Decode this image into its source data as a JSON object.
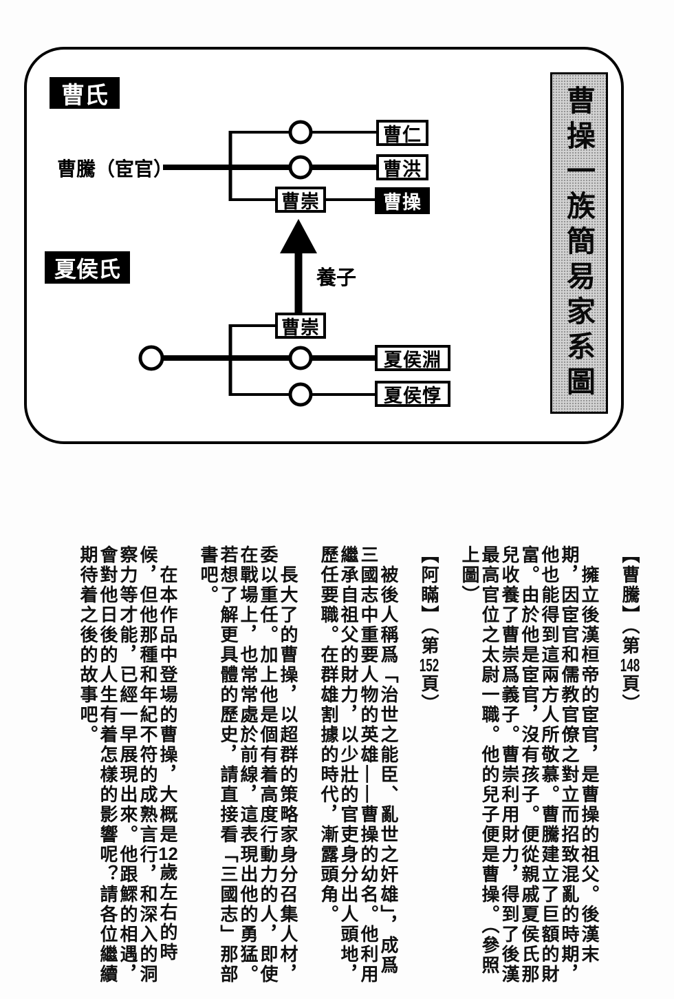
{
  "diagram": {
    "side_title": "曹操一族簡易家系圖",
    "cao_clan_label": "曹氏",
    "xiahou_clan_label": "夏侯氏",
    "cao_teng_label": "曹騰（宦官）",
    "adopted_son_label": "養子",
    "nodes": {
      "cao_ren": "曹仁",
      "cao_hong": "曹洪",
      "cao_song_upper": "曹崇",
      "cao_cao": "曹操",
      "cao_song_lower": "曹崇",
      "xiahou_yuan": "夏侯淵",
      "xiahou_dun": "夏侯惇"
    }
  },
  "glossary": {
    "sections": [
      {
        "header": {
          "pre": "【曹騰】（第",
          "num": "148",
          "suf": "頁）"
        },
        "paragraphs": [
          {
            "parts": [
              {
                "text": "擁立後漢桓帝的宦官，是曹操的祖父。後漢末期，因宦官和儒教官僚之對立而招致混亂的時期，他也能得到這兩方人所敬慕。曹騰建立了巨額的財富。由於他是宦官，沒有孩子。便從親戚夏侯氏那兒收養了曹崇爲義子。曹崇利用財力，得到了後漢最高官位之太尉一職。他的兒子便是曹操。（參照上圖）"
              }
            ]
          }
        ]
      },
      {
        "header": {
          "pre": "【阿瞞】（第",
          "num": "152",
          "suf": "頁）"
        },
        "paragraphs": [
          {
            "parts": [
              {
                "text": "被後人稱爲「治世之能臣、亂世之奸雄」，成爲三國志中重要人物的英雄——曹操的幼名。他利用繼承自祖父的財力，以少壯的官吏身分出人頭地，歷任要職。在群雄割據的時代，漸露頭角。"
              }
            ]
          },
          {
            "parts": [
              {
                "text": "長大了的曹操，以超群的策略家身分召集人材，委以重任。加上他是個有着高度行動力的人，即使在戰場上，也常常處於前線，這表現出他的勇猛。若想了解更具體的歷史，請直接看「三國志」那部書吧。"
              }
            ]
          },
          {
            "parts": [
              {
                "text": "在本作品中登場的曹操，大概是"
              },
              {
                "tcy": "12"
              },
              {
                "text": "歲左右的時候，但他那種和年紀不符的成熟言行，和深入的洞察力等才能，已經一早展現出來。他跟鰥的相遇，會對他日後的人生有着怎樣的影響呢？請各位繼續期待着之後的故事吧。"
              }
            ]
          }
        ]
      }
    ]
  }
}
